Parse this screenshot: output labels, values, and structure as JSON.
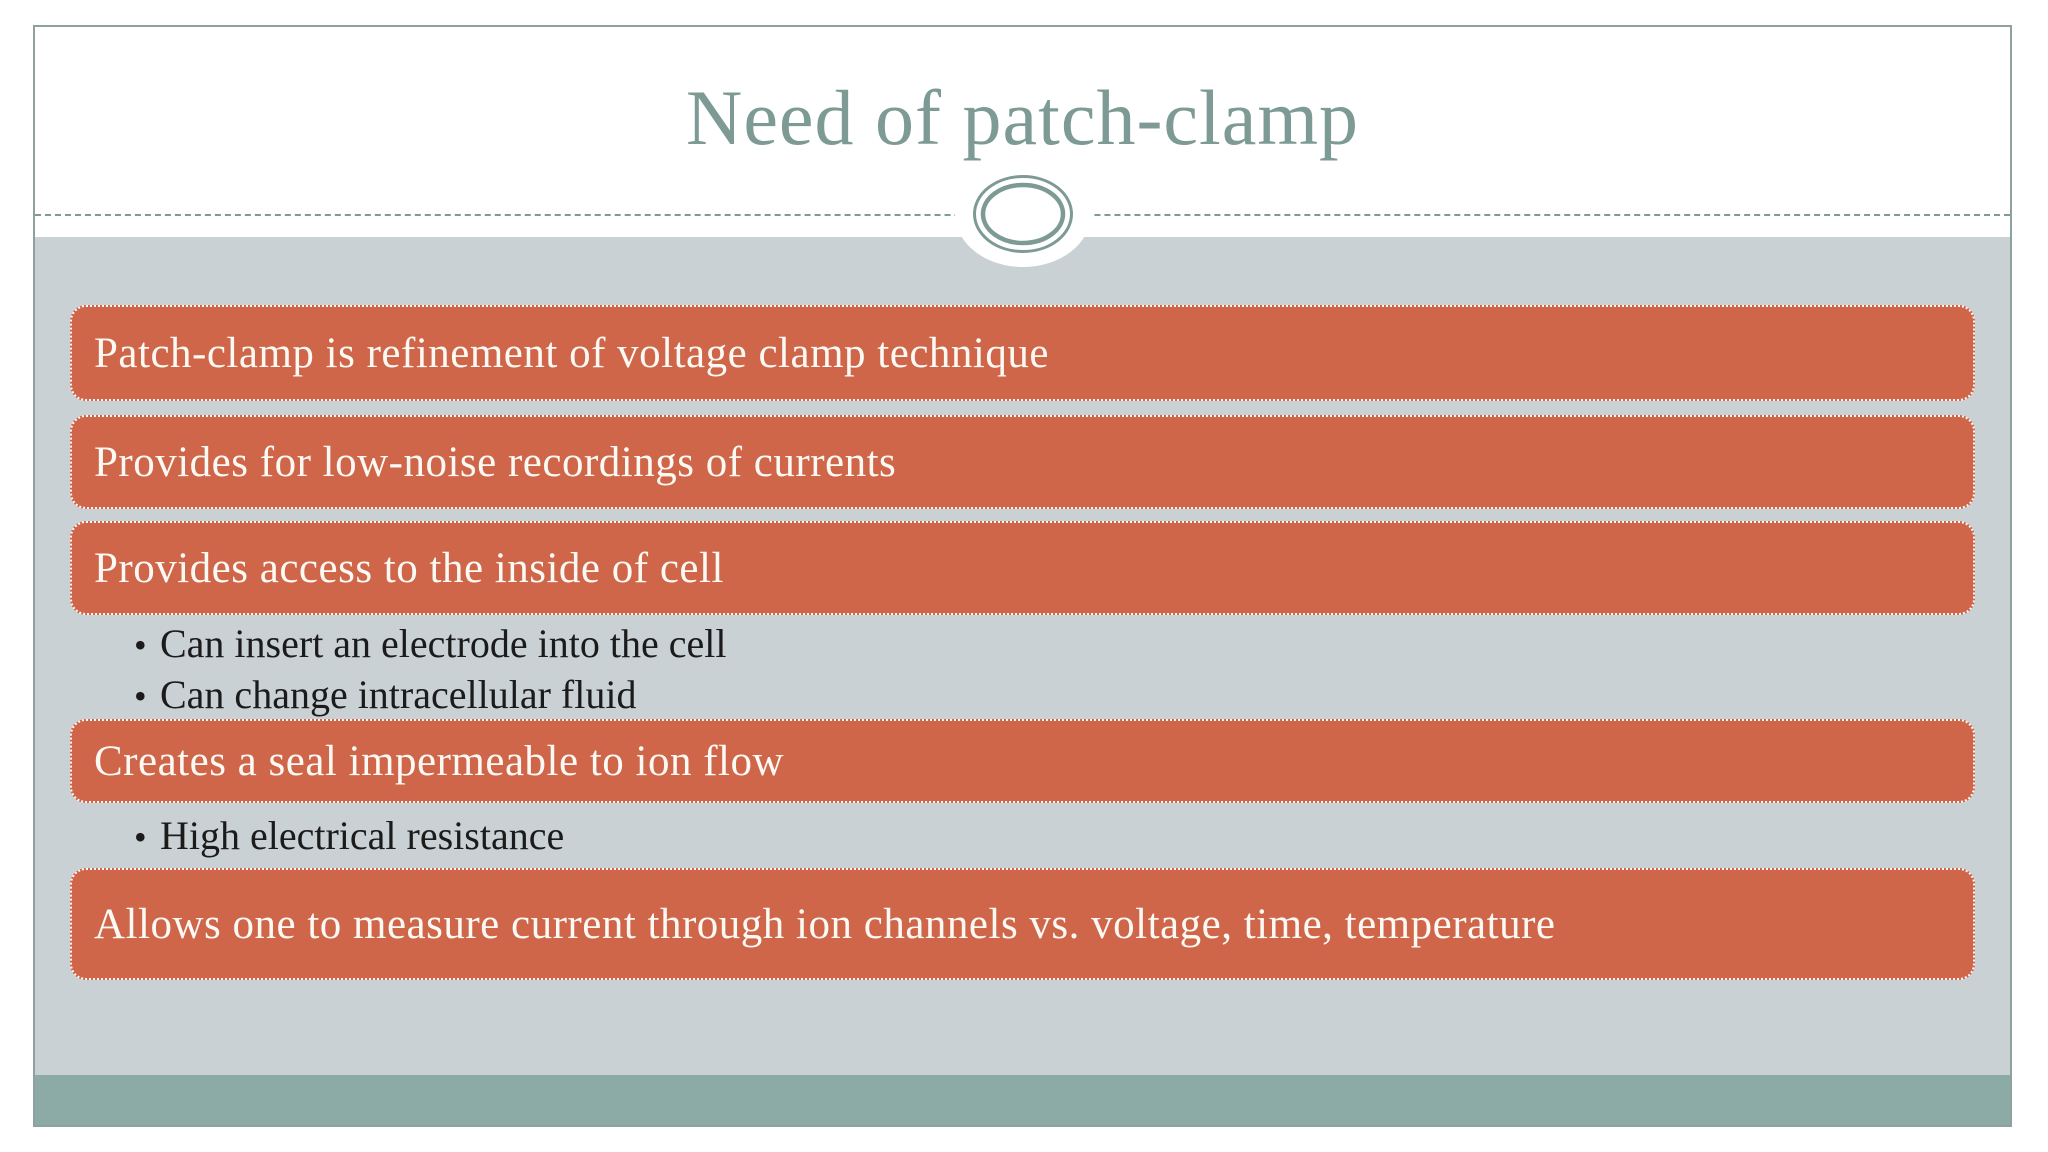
{
  "slide": {
    "title": "Need of patch-clamp",
    "bullet_char": "•",
    "colors": {
      "accent_orange": "#cf6549",
      "title_teal": "#7d9a94",
      "content_background": "#c9d1d4",
      "footer_strip": "#8caaa6",
      "bar_text": "#fbf9f4",
      "bullet_text": "#1b1b1b",
      "slide_border": "#8fa19e"
    },
    "bars": [
      {
        "label": "Patch-clamp is refinement of voltage clamp technique",
        "sub_bullets": []
      },
      {
        "label": "Provides for low-noise recordings of currents",
        "sub_bullets": []
      },
      {
        "label": "Provides access to the inside of cell",
        "sub_bullets": [
          "Can insert an electrode into the cell",
          "Can change intracellular fluid"
        ]
      },
      {
        "label": "Creates a seal impermeable to ion flow",
        "sub_bullets": [
          "High electrical resistance"
        ]
      },
      {
        "label": "Allows one to measure current through ion channels vs. voltage, time, temperature",
        "sub_bullets": []
      }
    ]
  }
}
